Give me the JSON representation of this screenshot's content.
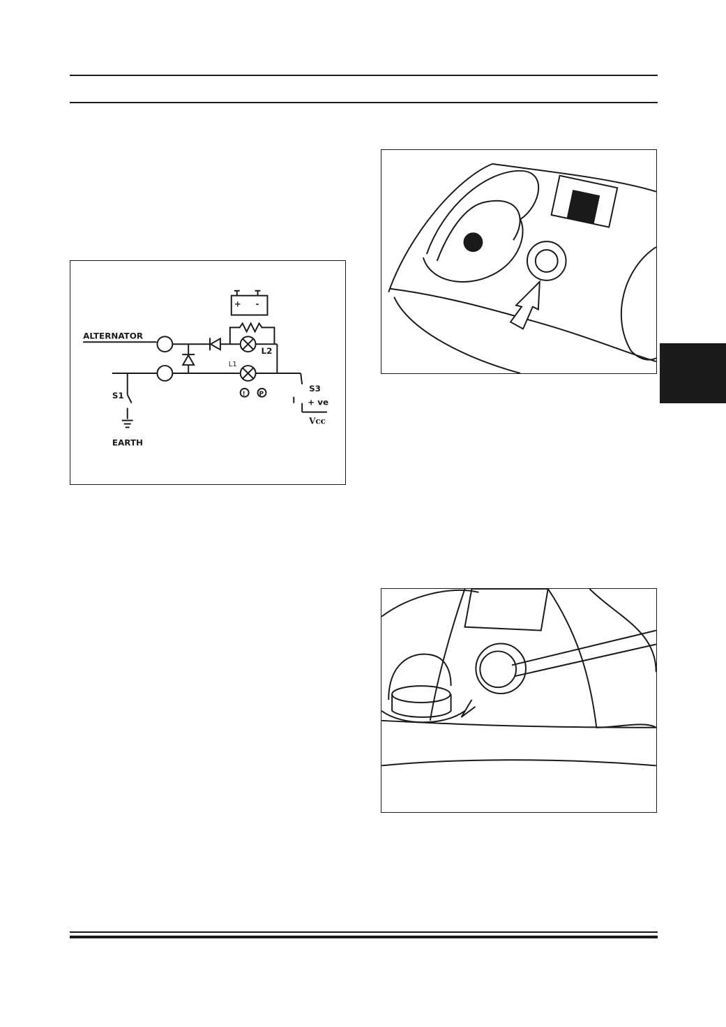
{
  "schematic": {
    "labels": {
      "alternator": "ALTERNATOR",
      "s1": "S1",
      "earth": "EARTH",
      "l1": "L1",
      "l2": "L2",
      "s3": "S3",
      "plus_ve": "+ ve",
      "vcc": "Vcc",
      "battery_plus": "+",
      "battery_minus": "-",
      "warning_symbol": "!",
      "p_symbol": "P"
    }
  },
  "figures": [
    {
      "id": "wiring-schematic",
      "icon": "circuit-diagram"
    },
    {
      "id": "dashboard-socket-illustration",
      "icon": "arrow-pointing-socket"
    },
    {
      "id": "socket-removal-illustration",
      "icon": "screwdriver-prying-socket"
    }
  ],
  "colors": {
    "ink": "#1a1a1a",
    "paper": "#ffffff",
    "tab_marker": "#1a1a1a"
  }
}
